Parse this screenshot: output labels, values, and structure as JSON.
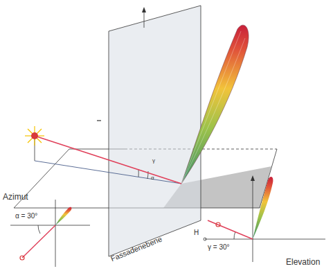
{
  "diagram": {
    "labels": [
      "Azimut",
      "α = 30°",
      "Fassadenebene",
      "H",
      "γ = 30°",
      "Elevation",
      "γ",
      "α"
    ]
  }
}
